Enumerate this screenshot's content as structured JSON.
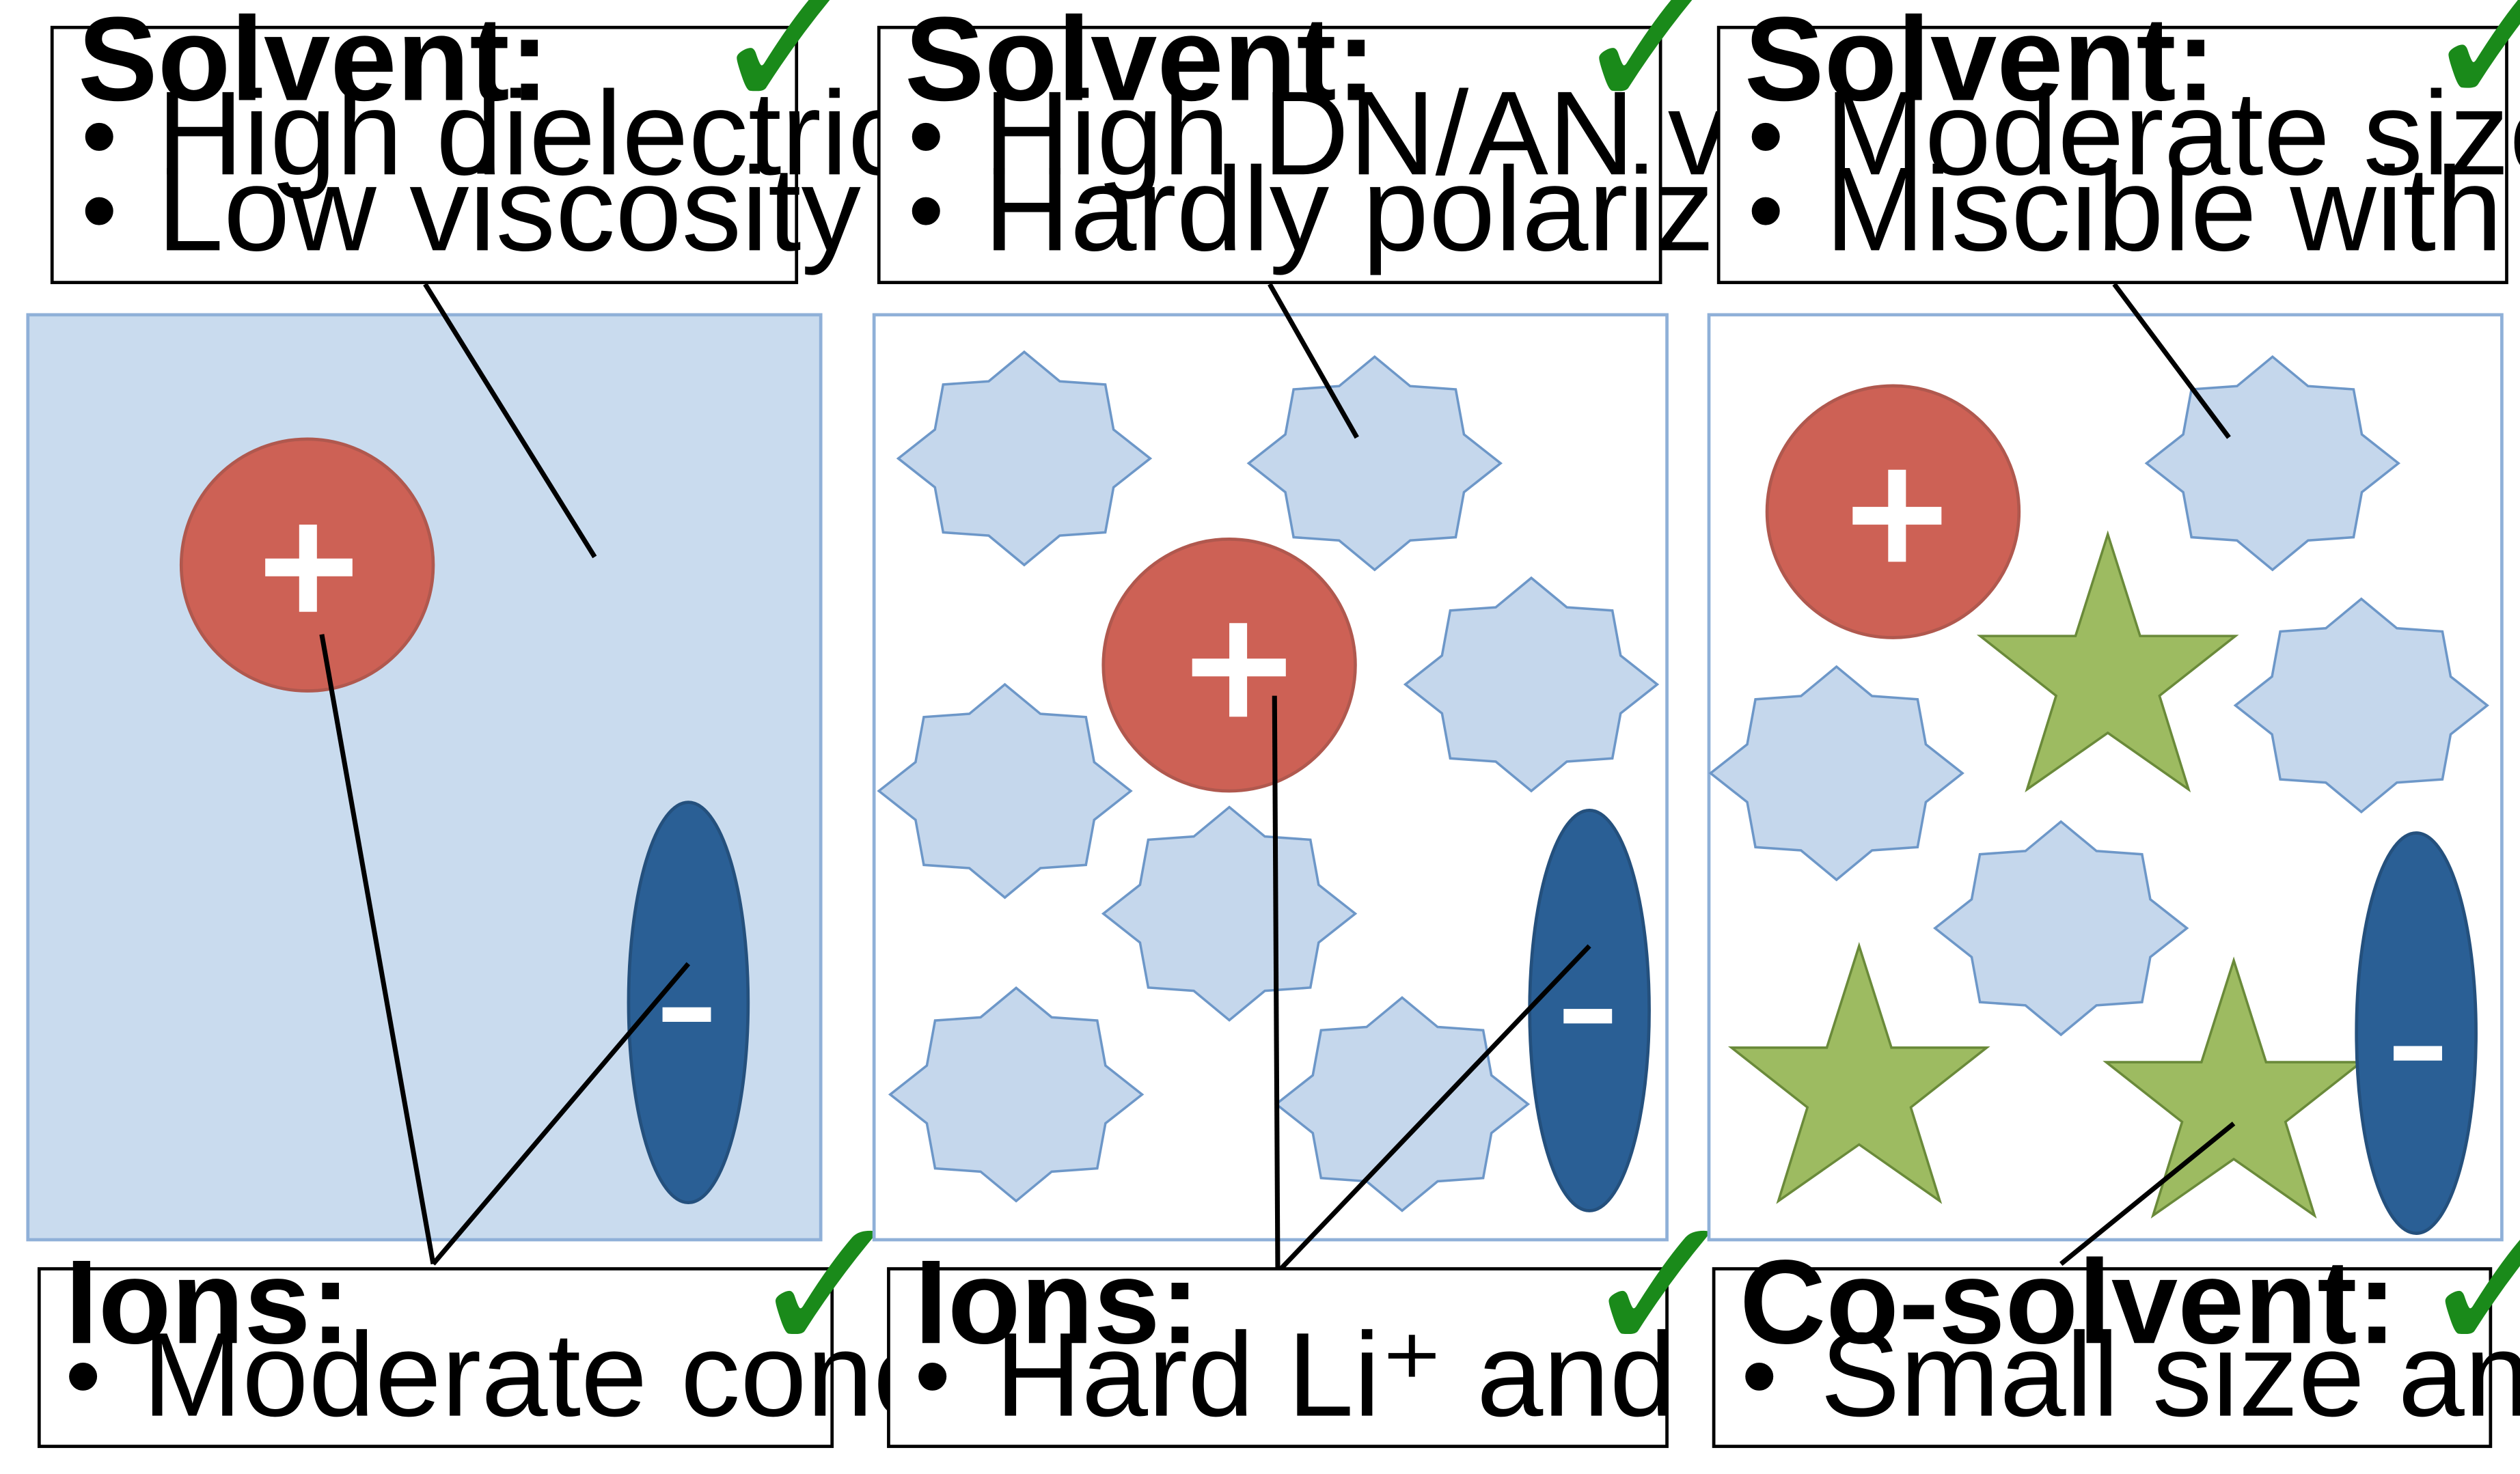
{
  "colors": {
    "check": "#1a8a1a",
    "cation_fill": "#cd6155",
    "anion_fill": "#2a5f95",
    "solvent_fill": "#c5d7ec",
    "solvent_stroke": "#6d97c8",
    "cosolvent_fill": "#9dbb61",
    "cosolvent_stroke": "#6a8a3a",
    "panel_border": "#8fb0d8"
  },
  "icons": {
    "check": "check-mark-icon",
    "cation": "plus-sign",
    "anion": "minus-sign"
  },
  "panels": [
    {
      "top_box": {
        "title": "Solvent:",
        "items": [
          "High dielectric constant",
          "Low viscosity"
        ],
        "check": "✓"
      },
      "bottom_box": {
        "title": "Ions:",
        "items": [
          "Moderate concentrations"
        ],
        "check": "✓"
      }
    },
    {
      "top_box": {
        "title": "Solvent:",
        "items": [
          "High DN/AN values",
          "Hardly polarizable"
        ],
        "check": "✓"
      },
      "bottom_box": {
        "title": "Ions:",
        "items": [
          "Hard Li⁺ and soft anion"
        ],
        "check": "✓"
      }
    },
    {
      "top_box": {
        "title": "Solvent:",
        "items": [
          "Moderate size",
          "Miscible with co-solvent"
        ],
        "check": "✓"
      },
      "bottom_box": {
        "title": "Co-solvent:",
        "items": [
          "Small size and miscible"
        ],
        "check": "✓"
      }
    }
  ]
}
